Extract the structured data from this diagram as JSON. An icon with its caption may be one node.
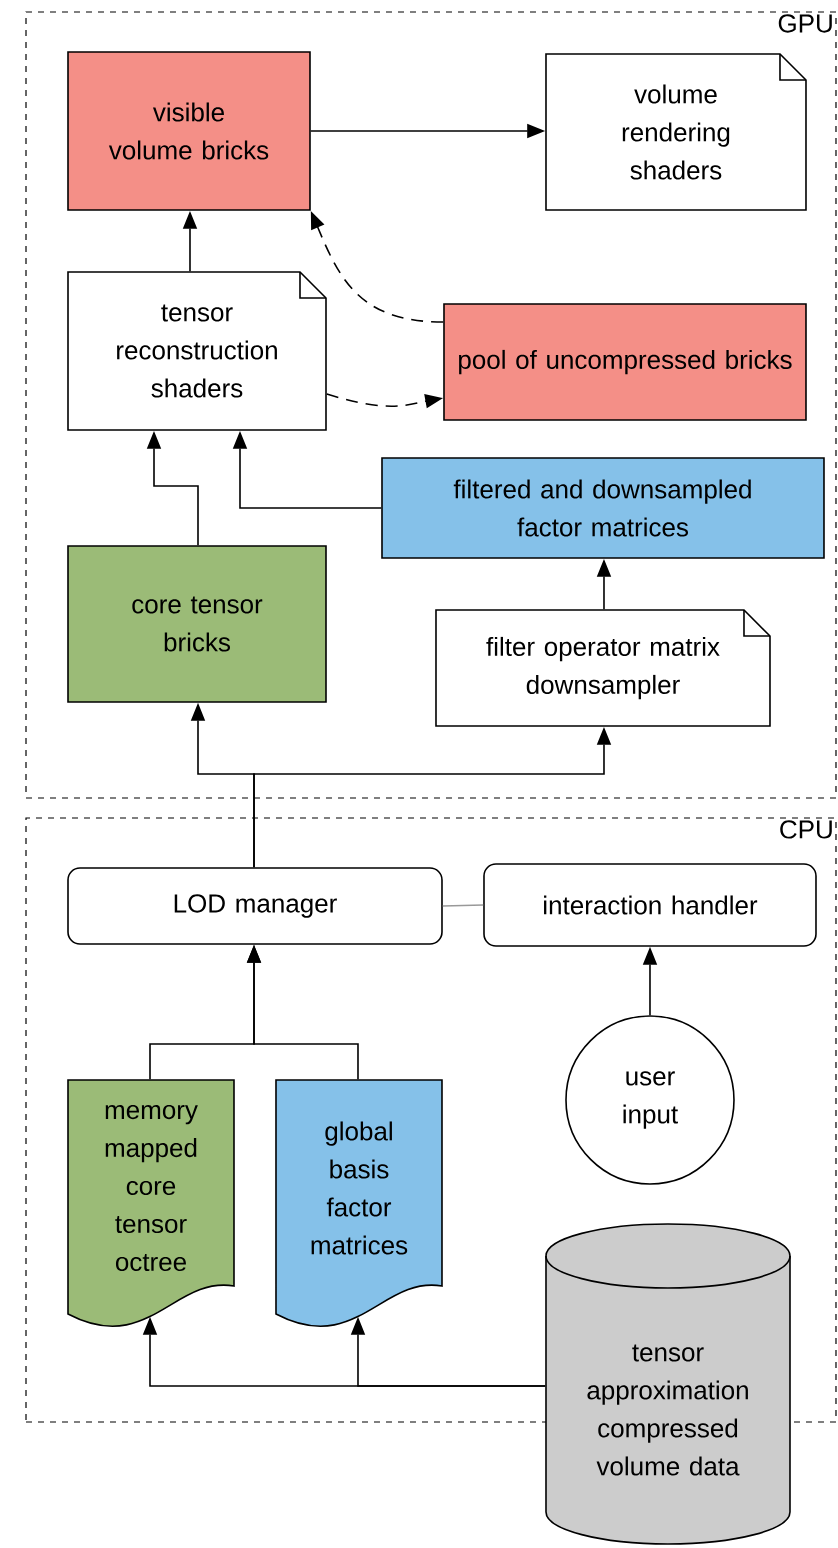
{
  "diagram": {
    "nodes": [
      {
        "text": [
          "GPU"
        ]
      },
      {
        "text": [
          "visible volume bricks"
        ],
        "in": 0
      },
      {
        "text": [
          "volume rendering shaders"
        ],
        "in": 0
      },
      {
        "text": [
          "tensor reconstruction shaders"
        ],
        "in": 0
      },
      {
        "text": [
          "pool of uncompressed bricks"
        ],
        "in": 0
      },
      {
        "text": [
          "filtered and downsampled factor matrices"
        ],
        "in": 0
      },
      {
        "text": [
          "core tensor bricks"
        ],
        "in": 0
      },
      {
        "text": [
          "filter operator matrix downsampler"
        ],
        "in": 0
      },
      {
        "text": [
          "CPU"
        ]
      },
      {
        "text": [
          "LOD manager"
        ],
        "in": 8
      },
      {
        "text": [
          "interaction handler"
        ],
        "in": 8
      },
      {
        "text": [
          "user input"
        ],
        "in": 8
      },
      {
        "text": [
          "memory mapped core tensor octree"
        ],
        "in": 8
      },
      {
        "text": [
          "global basis factor matrices"
        ],
        "in": 8
      },
      {
        "text": [
          "tensor approximation compressed volume data"
        ]
      }
    ],
    "edges": [
      {
        "from": 1,
        "to": 2,
        "arrow": "to"
      },
      {
        "from": 3,
        "to": 1,
        "arrow": "to"
      },
      {
        "from": 3,
        "to": 4,
        "arrow": "to",
        "style": "dashed"
      },
      {
        "from": 4,
        "to": 1,
        "arrow": "to",
        "style": "dashed"
      },
      {
        "from": 6,
        "to": 3,
        "arrow": "to"
      },
      {
        "from": 5,
        "to": 3,
        "arrow": "to"
      },
      {
        "from": 7,
        "to": 5,
        "arrow": "to"
      },
      {
        "from": 9,
        "to": 6,
        "arrow": "to"
      },
      {
        "from": 9,
        "to": 7,
        "arrow": "to"
      },
      {
        "from": 9,
        "to": 10,
        "arrow": "none",
        "color": "#999999"
      },
      {
        "from": 11,
        "to": 10,
        "arrow": "to"
      },
      {
        "from": 12,
        "to": 9,
        "arrow": "to"
      },
      {
        "from": 13,
        "to": 9,
        "arrow": "to"
      },
      {
        "from": 14,
        "to": 12,
        "arrow": "to"
      },
      {
        "from": 14,
        "to": 13,
        "arrow": "to"
      }
    ]
  }
}
